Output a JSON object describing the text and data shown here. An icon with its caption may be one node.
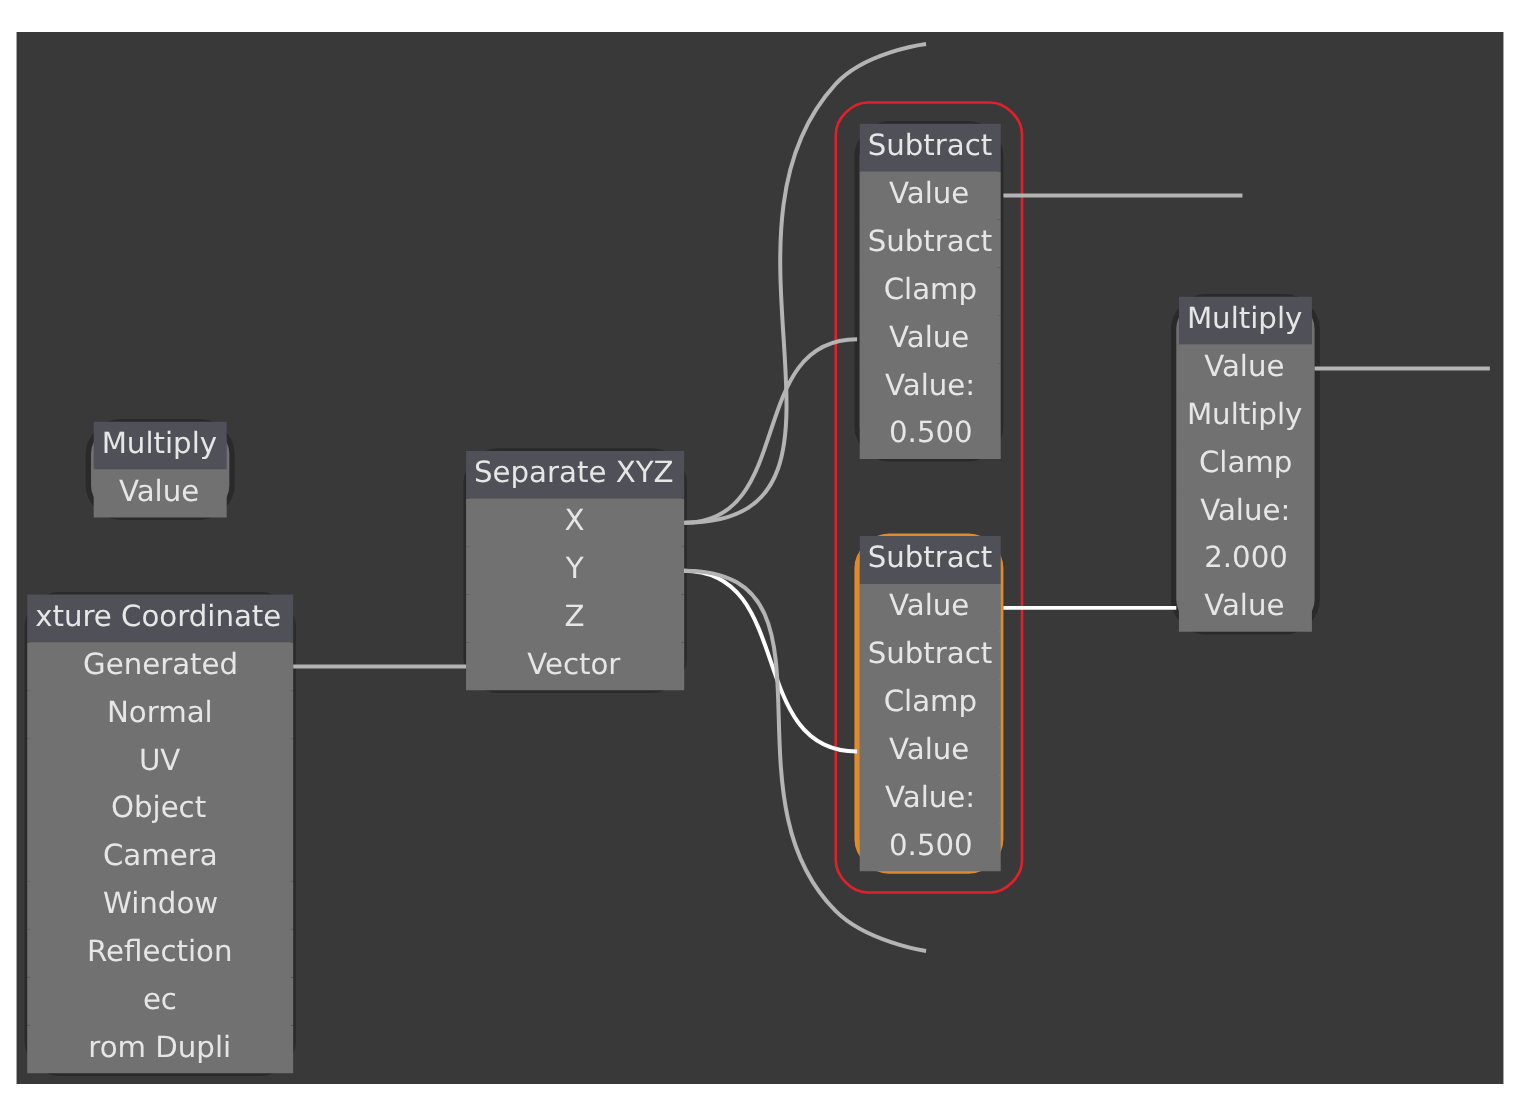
{
  "diagram": {
    "nodes": [
      {
        "text": [
          "xture Coordinate",
          "Generated",
          "Normal",
          "UV",
          "Object",
          "Camera",
          "Window",
          "Reflection",
          "ec",
          "rom Dupli"
        ]
      },
      {
        "text": [
          "Separate XYZ",
          "X",
          "Y",
          "Z",
          "Vector"
        ]
      },
      {
        "text": [
          "Multiply",
          "Value",
          "Multiply",
          "Clamp",
          "Value:",
          "2.000",
          "Value"
        ]
      },
      {
        "text": [],
        "shape": "box"
      },
      {
        "text": [
          "Subtract",
          "Value",
          "Subtract",
          "Clamp",
          "Value",
          "Value:",
          "0.500"
        ],
        "in": 3
      },
      {
        "text": [
          "Subtract",
          "Value",
          "Subtract",
          "Clamp",
          "Value",
          "Value:",
          "0.500"
        ],
        "in": 3
      },
      {
        "text": [
          "Multiply",
          "Value"
        ]
      }
    ],
    "edges": [
      {
        "from": 0,
        "to": 1,
        "arrow": "none"
      },
      {
        "from": 1,
        "to": null,
        "arrow": "none"
      },
      {
        "from": 1,
        "to": 5,
        "arrow": "none"
      },
      {
        "from": 1,
        "to": 4,
        "arrow": "none",
        "color": "#ffffff"
      },
      {
        "from": 1,
        "to": null,
        "arrow": "none"
      },
      {
        "from": 4,
        "to": 2,
        "arrow": "none",
        "color": "#ffffff"
      },
      {
        "from": 2,
        "to": null,
        "arrow": "none"
      },
      {
        "from": 5,
        "to": null,
        "arrow": "none"
      }
    ]
  }
}
